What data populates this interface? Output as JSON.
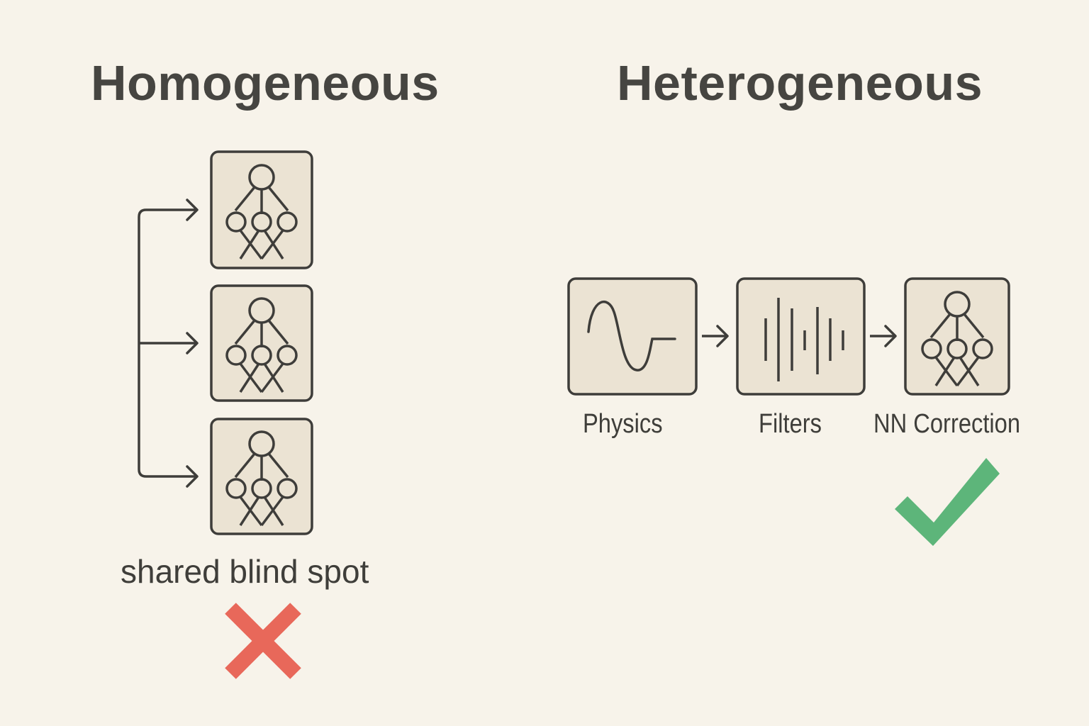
{
  "left_panel": {
    "title": "Homogeneous",
    "boxes": [
      {
        "icon": "neural-network-icon"
      },
      {
        "icon": "neural-network-icon"
      },
      {
        "icon": "neural-network-icon"
      }
    ],
    "caption": "shared blind spot",
    "verdict_icon": "red-x-icon"
  },
  "right_panel": {
    "title": "Heterogeneous",
    "stages": [
      {
        "label": "Physics",
        "icon": "sine-wave-icon"
      },
      {
        "label": "Filters",
        "icon": "filter-bars-icon"
      },
      {
        "label": "NN Correction",
        "icon": "neural-network-icon"
      }
    ],
    "verdict_icon": "green-check-icon"
  },
  "colors": {
    "background": "#f7f3ea",
    "box_fill": "#ebe3d3",
    "stroke": "#3e3d3a",
    "text": "#464541",
    "cross": "#e8685a",
    "check": "#5db57a"
  }
}
